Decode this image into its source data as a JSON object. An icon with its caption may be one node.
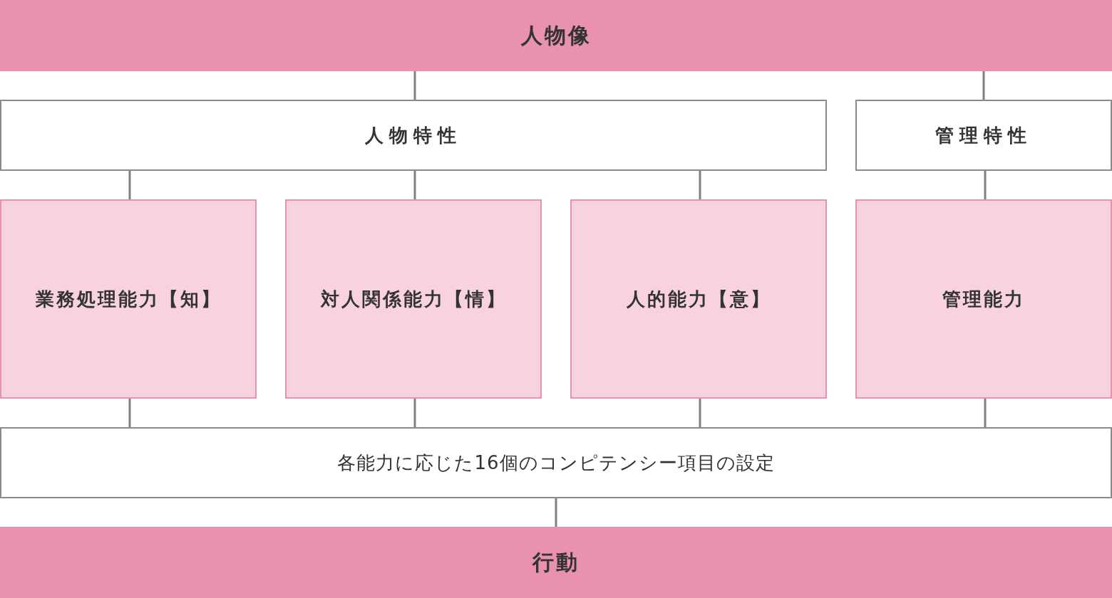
{
  "diagram": {
    "nodes": [
      {
        "text": [
          "人物像"
        ]
      },
      {
        "text": [
          "人物特性"
        ]
      },
      {
        "text": [
          "管理特性"
        ]
      },
      {
        "text": [
          "業務処理能力【知】"
        ]
      },
      {
        "text": [
          "対人関係能力【情】"
        ]
      },
      {
        "text": [
          "人的能力【意】"
        ]
      },
      {
        "text": [
          "管理能力"
        ]
      },
      {
        "text": [
          "各能力に応じた16個のコンピテンシー項目の設定"
        ]
      },
      {
        "text": [
          "行動"
        ]
      }
    ],
    "edges": [
      {
        "from": 0,
        "to": 1,
        "arrow": "none"
      },
      {
        "from": 0,
        "to": 2,
        "arrow": "none"
      },
      {
        "from": 1,
        "to": 3,
        "arrow": "none"
      },
      {
        "from": 1,
        "to": 4,
        "arrow": "none"
      },
      {
        "from": 1,
        "to": 5,
        "arrow": "none"
      },
      {
        "from": 2,
        "to": 6,
        "arrow": "none"
      },
      {
        "from": 3,
        "to": 7,
        "arrow": "none"
      },
      {
        "from": 4,
        "to": 7,
        "arrow": "none"
      },
      {
        "from": 5,
        "to": 7,
        "arrow": "none"
      },
      {
        "from": 6,
        "to": 7,
        "arrow": "none"
      },
      {
        "from": 7,
        "to": 8,
        "arrow": "none"
      }
    ]
  }
}
